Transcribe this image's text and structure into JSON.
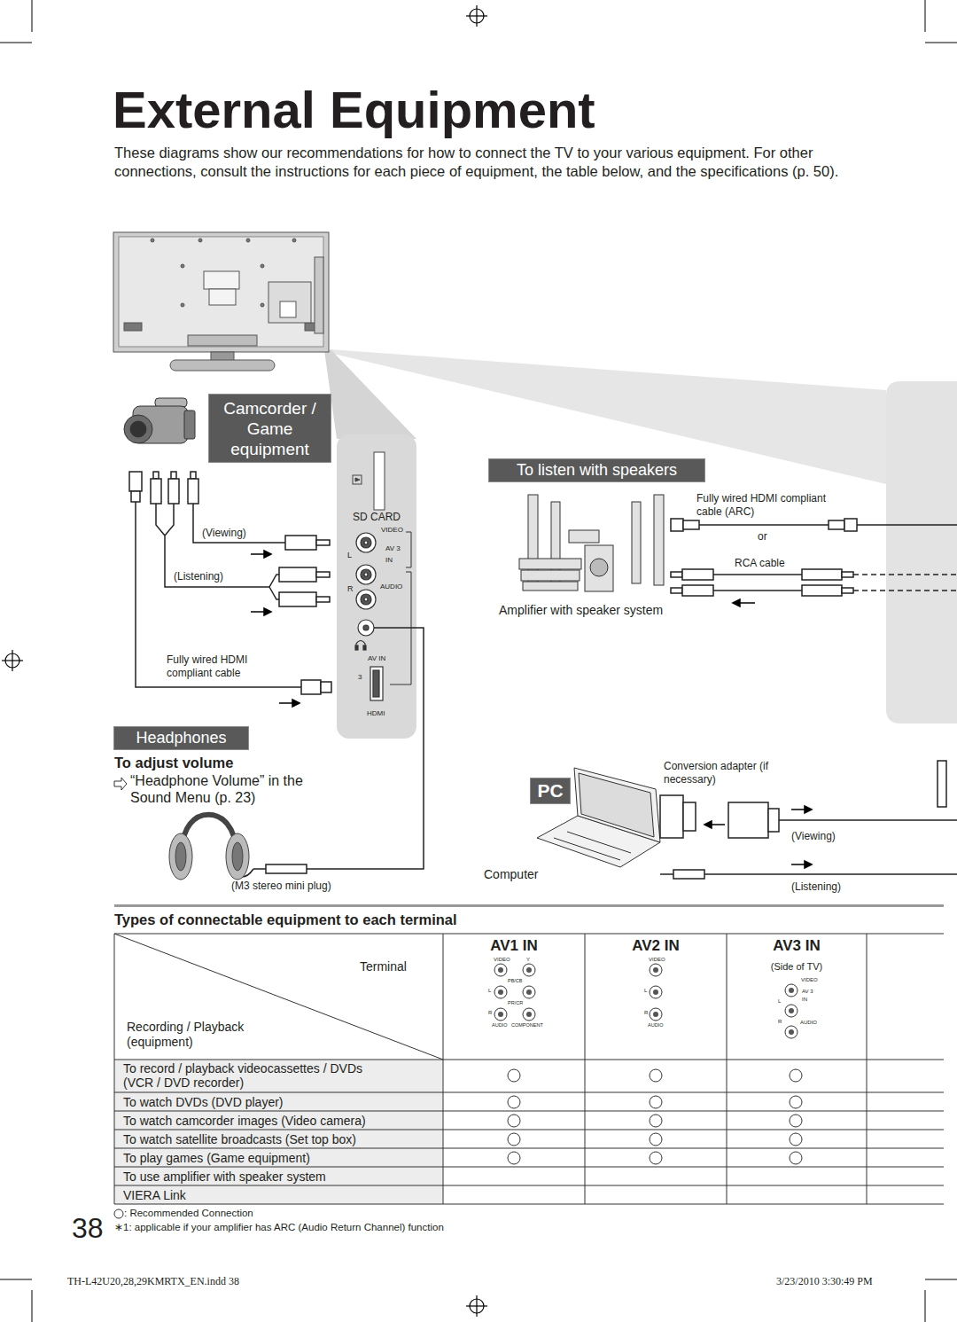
{
  "diagram": {
    "title": "External Equipment",
    "nodes": [
      {
        "text": [
          "Camcorder / Game equipment"
        ]
      },
      {
        "text": [
          "SD CARD",
          "VIDEO",
          "AV 3",
          "L",
          "IN",
          "R",
          "AUDIO",
          "AV IN",
          "3",
          "HDMI"
        ]
      },
      {
        "text": [
          "To listen with speakers"
        ]
      },
      {
        "text": [
          "Headphones"
        ]
      },
      {
        "text": [
          "PC"
        ]
      }
    ],
    "labels": [
      "These diagrams show our recommendations for how to connect the TV to your various equipment. For other connections, consult the instructions for each piece of equipment, the table below, and the specifications (p. 50).",
      "(Viewing)",
      "(Listening)",
      "Fully wired HDMI compliant cable",
      "Fully wired HDMI compliant cable (ARC)",
      "or",
      "RCA cable",
      "Amplifier with speaker system",
      "To adjust volume",
      "“Headphone Volume” in the Sound Menu (p. 23)",
      "(M3 stereo mini plug)",
      "Conversion adapter (if necessary)",
      "(Viewing)",
      "Computer",
      "(Listening)",
      "Types of connectable equipment to each terminal",
      "AV1 IN",
      "AV2 IN",
      "AV3 IN",
      "Terminal",
      "(Side of TV)",
      "VIDEO",
      "Y",
      "L",
      "PB/CB",
      "PR/CR",
      "R",
      "AUDIO",
      "COMPONENT",
      "VIDEO",
      "L",
      "R",
      "AUDIO",
      "VIDEO",
      "AV 3",
      "L",
      "IN",
      "R",
      "AUDIO",
      "Recording / Playback (equipment)",
      "To record / playback videocassettes / DVDs (VCR / DVD recorder)",
      "To watch DVDs (DVD player)",
      "To watch camcorder images (Video camera)",
      "To watch satellite broadcasts (Set top box)",
      "To play games (Game equipment)",
      "To use amplifier with speaker system",
      "VIERA Link",
      ": Recommended Connection",
      "∗1: applicable if your amplifier has ARC (Audio Return Channel) function",
      "38",
      "TH-L42U20,28,29KMRTX_EN.indd 38",
      "3/23/2010 3:30:49 PM"
    ]
  }
}
